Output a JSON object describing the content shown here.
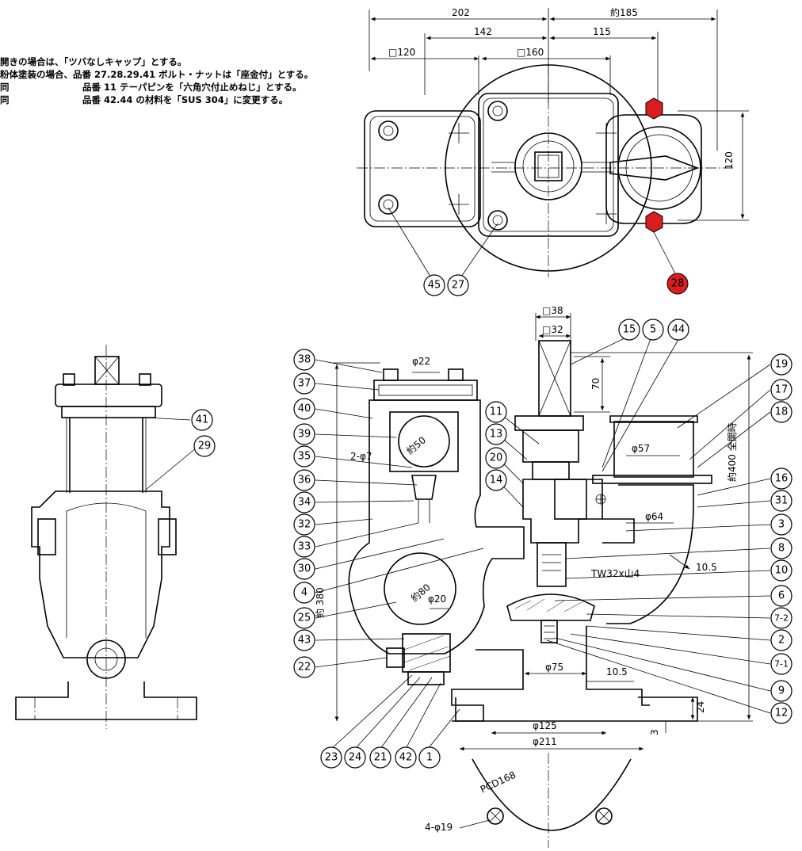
{
  "notes": [
    {
      "key": "",
      "text": "開きの場合は、「ツバなしキャップ」とする。"
    },
    {
      "key": "",
      "text": "粉体塗装の場合、品番 27.28.29.41 ボルト・ナットは「座金付」とする。"
    },
    {
      "key": "同",
      "text": "品番 11 テーパピンを「六角穴付止めねじ」とする。"
    },
    {
      "key": "同",
      "text": "品番 42.44 の材料を「SUS 304」に変更する。"
    }
  ],
  "dimensions": {
    "d202": "202",
    "d185": "約185",
    "d142": "142",
    "d115": "115",
    "sq120": "□120",
    "sq160": "□160",
    "d120": "120",
    "sq38": "□38",
    "sq32": "□32",
    "d70": "70",
    "phi22": "φ22",
    "phi50": "約50",
    "two_phi7": "2-φ7",
    "phi57": "φ57",
    "d400": "約400 全開時",
    "phi64": "φ64",
    "thread": "TW32x山4",
    "d10_5a": "10.5",
    "d380": "約 380",
    "phi80": "約80",
    "phi20": "φ20",
    "phi75": "φ75",
    "d10_5b": "10.5",
    "d24": "24",
    "d3": "3",
    "phi125": "φ125",
    "phi211": "φ211",
    "pcd": "PCD168",
    "holes": "4-φ19"
  },
  "highlight_color": "#d81e1e",
  "part_numbers": {
    "p45": "45",
    "p27": "27",
    "p28": "28",
    "p41": "41",
    "p29": "29",
    "p38": "38",
    "p37": "37",
    "p40": "40",
    "p39": "39",
    "p35": "35",
    "p36": "36",
    "p34": "34",
    "p32": "32",
    "p33": "33",
    "p30": "30",
    "p4": "4",
    "p25": "25",
    "p43": "43",
    "p22": "22",
    "p23": "23",
    "p24": "24",
    "p21": "21",
    "p42": "42",
    "p1": "1",
    "p15": "15",
    "p5": "5",
    "p44": "44",
    "p11": "11",
    "p13": "13",
    "p20": "20",
    "p14": "14",
    "p19": "19",
    "p17": "17",
    "p18": "18",
    "p16": "16",
    "p31": "31",
    "p3": "3",
    "p8": "8",
    "p10": "10",
    "p6": "6",
    "p7_2": "7-2",
    "p2": "2",
    "p7_1": "7-1",
    "p9": "9",
    "p12": "12"
  }
}
